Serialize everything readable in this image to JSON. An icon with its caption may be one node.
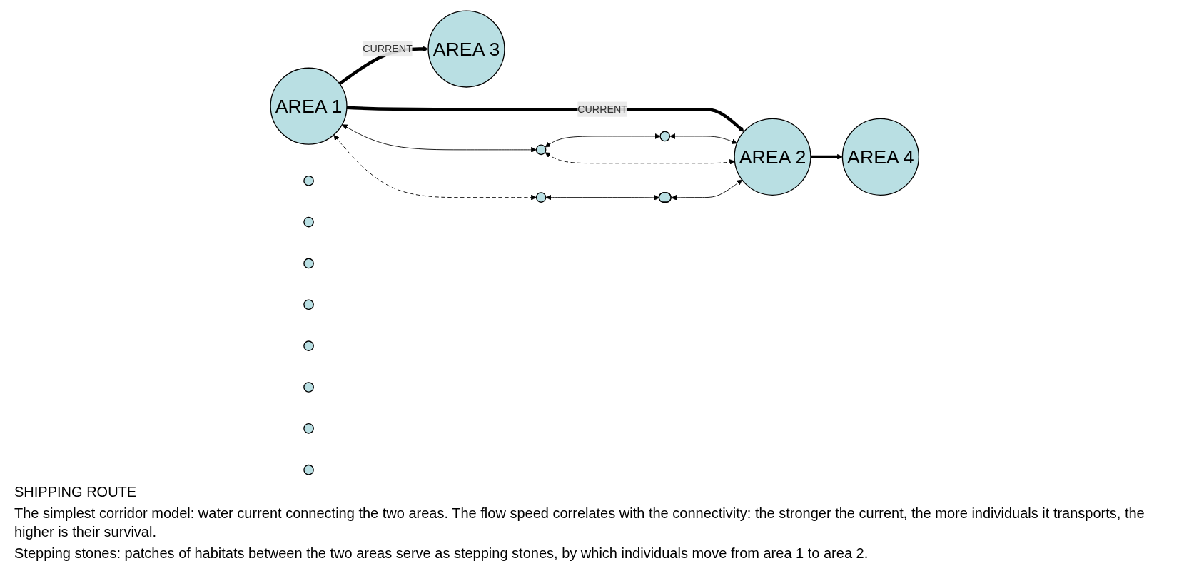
{
  "diagram": {
    "nodes": [
      {
        "text": [
          "AREA 1"
        ]
      },
      {
        "text": [],
        "shape": "circle"
      },
      {
        "text": [
          "AREA 2"
        ]
      },
      {
        "text": [],
        "shape": "circle"
      },
      {
        "text": [],
        "shape": "circle"
      },
      {
        "text": [],
        "shape": "ellipse"
      },
      {
        "text": [],
        "shape": "circle"
      },
      {
        "text": [],
        "shape": "circle"
      },
      {
        "text": [],
        "shape": "circle"
      },
      {
        "text": [],
        "shape": "circle"
      },
      {
        "text": [],
        "shape": "circle"
      },
      {
        "text": [],
        "shape": "circle"
      },
      {
        "text": [],
        "shape": "circle"
      },
      {
        "text": [
          "AREA 3"
        ]
      },
      {
        "text": [],
        "shape": "circle"
      },
      {
        "text": [
          "AREA 4"
        ]
      }
    ],
    "edges": [
      {
        "from": 0,
        "to": 13,
        "arrow": "to",
        "label": "CURRENT",
        "style": "thick"
      },
      {
        "from": 2,
        "to": 15,
        "arrow": "to",
        "style": "thick"
      },
      {
        "from": 0,
        "to": 2,
        "arrow": "to",
        "label": "CURRENT",
        "style": "thick"
      },
      {
        "from": 0,
        "to": 1,
        "arrow": "both"
      },
      {
        "from": 1,
        "to": 3,
        "arrow": "both"
      },
      {
        "from": 3,
        "to": 2,
        "arrow": "both"
      },
      {
        "from": 4,
        "to": 5,
        "arrow": "both"
      },
      {
        "from": 5,
        "to": 2,
        "arrow": "both"
      },
      {
        "from": 1,
        "to": 2,
        "arrow": "both",
        "style": "dashed"
      },
      {
        "from": 0,
        "to": 4,
        "arrow": "both",
        "style": "dashed"
      }
    ],
    "labels": [
      "SHIPPING ROUTE",
      "The simplest corridor model: water current connecting the two areas. The flow speed correlates with the connectivity: the stronger the current, the more individuals it transports, the higher is their survival.",
      "Stepping stones: patches of habitats between the two areas serve as stepping stones, by which individuals move from area 1 to area 2."
    ]
  }
}
